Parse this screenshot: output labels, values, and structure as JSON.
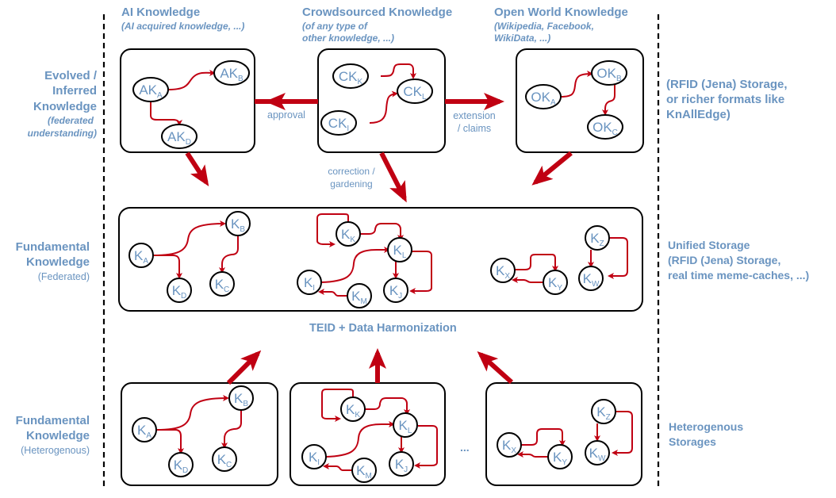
{
  "columns": {
    "ai": {
      "title": "AI Knowledge",
      "subtitle": [
        "(AI acquired knowledge, ...)"
      ]
    },
    "crowd": {
      "title": "Crowdsourced Knowledge",
      "subtitle": [
        "(of any type of",
        "other knowledge, ...)"
      ]
    },
    "open": {
      "title": "Open World Knowledge",
      "subtitle": [
        "(Wikipedia, Facebook,",
        "WikiData, ...)"
      ]
    }
  },
  "rows": {
    "evolved": {
      "lines": [
        "Evolved /",
        "Inferred",
        "Knowledge"
      ],
      "italic_lines": [
        "(federated",
        "understanding)"
      ]
    },
    "federated": {
      "lines": [
        "Fundamental",
        "Knowledge"
      ],
      "sub": "(Federated)"
    },
    "heterogenous": {
      "lines": [
        "Fundamental",
        "Knowledge"
      ],
      "sub": "(Heterogenous)"
    }
  },
  "right_labels": {
    "top": [
      "(RFID (Jena) Storage,",
      "or richer formats like",
      "KnAllEdge)"
    ],
    "middle": [
      "Unified Storage",
      "(RFID (Jena) Storage,",
      "real time meme-caches, ...)"
    ],
    "bottom": [
      "Heterogenous",
      "Storages"
    ]
  },
  "edge_labels": {
    "approval": "approval",
    "extension": [
      "extension",
      "/ claims"
    ],
    "correction": [
      "correction /",
      "gardening"
    ],
    "harmonization": "TEID + Data Harmonization"
  },
  "ellipsis": "...",
  "nodes": {
    "AKA": {
      "base": "AK",
      "sub": "A"
    },
    "AKB": {
      "base": "AK",
      "sub": "B"
    },
    "AKD": {
      "base": "AK",
      "sub": "D"
    },
    "CKK": {
      "base": "CK",
      "sub": "K"
    },
    "CKL": {
      "base": "CK",
      "sub": "L"
    },
    "CKI": {
      "base": "CK",
      "sub": "I"
    },
    "OKA": {
      "base": "OK",
      "sub": "A"
    },
    "OKB": {
      "base": "OK",
      "sub": "B"
    },
    "OKC": {
      "base": "OK",
      "sub": "C"
    },
    "KA": {
      "base": "K",
      "sub": "A"
    },
    "KB": {
      "base": "K",
      "sub": "B"
    },
    "KC": {
      "base": "K",
      "sub": "C"
    },
    "KD": {
      "base": "K",
      "sub": "D"
    },
    "KK": {
      "base": "K",
      "sub": "K"
    },
    "KL": {
      "base": "K",
      "sub": "L"
    },
    "KI": {
      "base": "K",
      "sub": "I"
    },
    "KJ": {
      "base": "K",
      "sub": "J"
    },
    "KM": {
      "base": "K",
      "sub": "M"
    },
    "KX": {
      "base": "K",
      "sub": "X"
    },
    "KY": {
      "base": "K",
      "sub": "Y"
    },
    "KZ": {
      "base": "K",
      "sub": "Z"
    },
    "KW": {
      "base": "K",
      "sub": "W"
    }
  },
  "colors": {
    "label_blue": "#6a94c0",
    "arrow_red": "#c00012",
    "outline": "#000000"
  }
}
